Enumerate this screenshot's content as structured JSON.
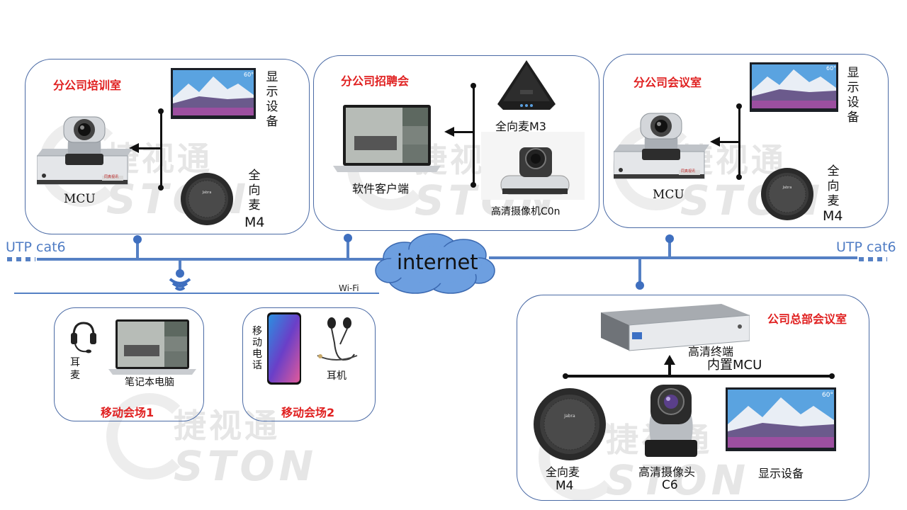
{
  "watermark": {
    "cn": "捷视通",
    "en": "STON"
  },
  "network": {
    "left_label": "UTP cat6",
    "right_label": "UTP cat6",
    "cloud_label": "internet",
    "wifi_label": "Wi-Fi"
  },
  "rooms": {
    "training": {
      "title": "分公司培训室",
      "display": "显示设备",
      "mcu": "MCU",
      "mic": "全向麦",
      "mic_model": "M4"
    },
    "recruit": {
      "title": "分公司招聘会",
      "client": "软件客户端",
      "mic": "全向麦M3",
      "camera": "高清摄像机C0n"
    },
    "meeting": {
      "title": "分公司会议室",
      "display": "显示设备",
      "mcu": "MCU",
      "mic": "全向麦",
      "mic_model": "M4"
    },
    "mobile1": {
      "title": "移动会场1",
      "headset": "耳麦",
      "laptop": "笔记本电脑"
    },
    "mobile2": {
      "title": "移动会场2",
      "phone": "移动电话",
      "earphone": "耳机"
    },
    "hq": {
      "title": "公司总部会议室",
      "terminal": "高清终端",
      "terminal_mcu": "内置MCU",
      "mic": "全向麦",
      "mic_model": "M4",
      "camera": "高清摄像头",
      "camera_model": "C6",
      "display": "显示设备"
    }
  },
  "display_badge": "60°",
  "device_brand": "同真视讯",
  "mic_brand": "Jabra",
  "colors": {
    "accent_red": "#e02020",
    "network_blue": "#5580c4",
    "box_border": "#4a6aa5",
    "cloud": "#6d9fe0"
  }
}
